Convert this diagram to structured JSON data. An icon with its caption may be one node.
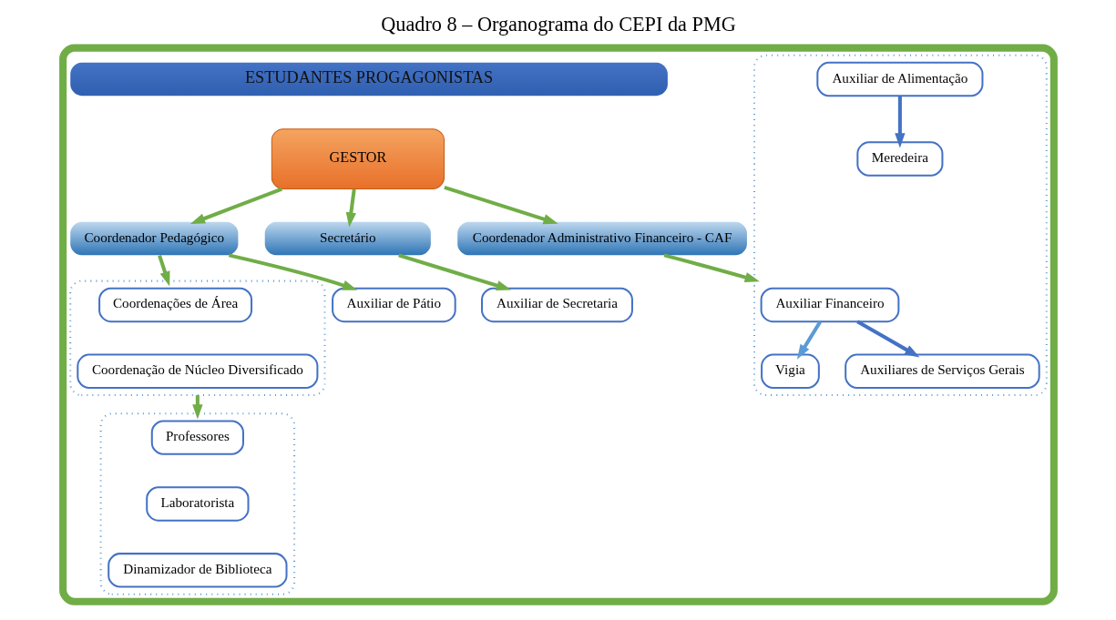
{
  "diagram": {
    "title": "Quadro 8 – Organograma do CEPI da PMG",
    "nodes": [
      {
        "text": [],
        "shape": "box"
      },
      {
        "text": [
          "ESTUDANTES PROGAGONISTAS"
        ],
        "in": 0
      },
      {
        "text": [
          "GESTOR"
        ],
        "in": 0
      },
      {
        "text": [
          "Coordenador Pedagógico"
        ],
        "in": 0
      },
      {
        "text": [
          "Coordenador Administrativo Financeiro - CAF"
        ],
        "in": 0
      },
      {
        "text": [
          "Secretário"
        ],
        "in": 0
      },
      {
        "text": [],
        "shape": "box",
        "in": 0
      },
      {
        "text": [
          "Coordenações de Área"
        ],
        "in": 6
      },
      {
        "text": [
          "Coordenação de Núcleo Diversificado"
        ],
        "in": 6
      },
      {
        "text": [],
        "shape": "box",
        "in": 0
      },
      {
        "text": [
          "Professores"
        ],
        "in": 9
      },
      {
        "text": [
          "Laboratorista"
        ],
        "in": 9
      },
      {
        "text": [
          "Dinamizador de Biblioteca"
        ],
        "in": 9
      },
      {
        "text": [
          "Auxiliar de Pátio"
        ],
        "in": 0
      },
      {
        "text": [],
        "shape": "box",
        "in": 0
      },
      {
        "text": [
          "Auxiliar Financeiro"
        ],
        "in": 14
      },
      {
        "text": [
          "Auxiliar de Alimentação"
        ],
        "in": 14
      },
      {
        "text": [
          "Auxiliares de Serviços Gerais"
        ],
        "in": 14
      },
      {
        "text": [
          "Vigia"
        ],
        "in": 14
      },
      {
        "text": [
          "Meredeira"
        ],
        "in": 14
      },
      {
        "text": [
          "Auxiliar de Secretaria"
        ],
        "in": 0
      }
    ],
    "edges": [
      {
        "from": 2,
        "to": 3,
        "arrow": "to"
      },
      {
        "from": 2,
        "to": 4,
        "arrow": "to"
      },
      {
        "from": 2,
        "to": 5,
        "arrow": "to"
      },
      {
        "from": 3,
        "to": 6,
        "arrow": "to"
      },
      {
        "from": 3,
        "to": 13,
        "arrow": "to"
      },
      {
        "from": 4,
        "to": 14,
        "arrow": "to"
      },
      {
        "from": 5,
        "to": 20,
        "arrow": "to"
      },
      {
        "from": 6,
        "to": 9,
        "arrow": "to"
      },
      {
        "from": 15,
        "to": 17,
        "arrow": "to",
        "color": "#4472c4"
      },
      {
        "from": 15,
        "to": 18,
        "arrow": "to",
        "color": "#5b9bd5"
      },
      {
        "from": 16,
        "to": 19,
        "arrow": "to",
        "color": "#4472c4"
      }
    ]
  }
}
